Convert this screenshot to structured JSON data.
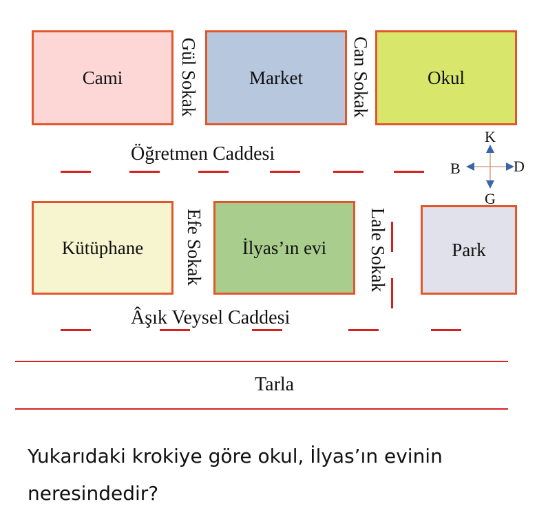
{
  "blocks": {
    "cami": {
      "label": "Cami",
      "color": "#fdd6d6"
    },
    "market": {
      "label": "Market",
      "color": "#b7c8de"
    },
    "okul": {
      "label": "Okul",
      "color": "#d9e66c"
    },
    "kutuphane": {
      "label": "Kütüphane",
      "color": "#f7f5d0"
    },
    "ilyas_evi": {
      "label": "İlyas’ın evi",
      "color": "#a8cd8c"
    },
    "park": {
      "label": "Park",
      "color": "#e1e1eb"
    }
  },
  "streets": {
    "gul_sokak": "Gül Sokak",
    "can_sokak": "Can Sokak",
    "efe_sokak": "Efe Sokak",
    "lale_sokak": "Lale Sokak",
    "ogretmen_caddesi": "Öğretmen Caddesi",
    "asik_veysel_caddesi": "Âşık Veysel Caddesi",
    "tarla": "Tarla"
  },
  "compass": {
    "north": "K",
    "south": "G",
    "west": "B",
    "east": "D"
  },
  "question": {
    "line1": "Yukarıdaki krokiye göre okul, İlyas’ın evinin",
    "line2": "neresindedir?"
  },
  "colors": {
    "border": "#e2572a",
    "dash": "#d62020",
    "arrow": "#3a66a8"
  }
}
